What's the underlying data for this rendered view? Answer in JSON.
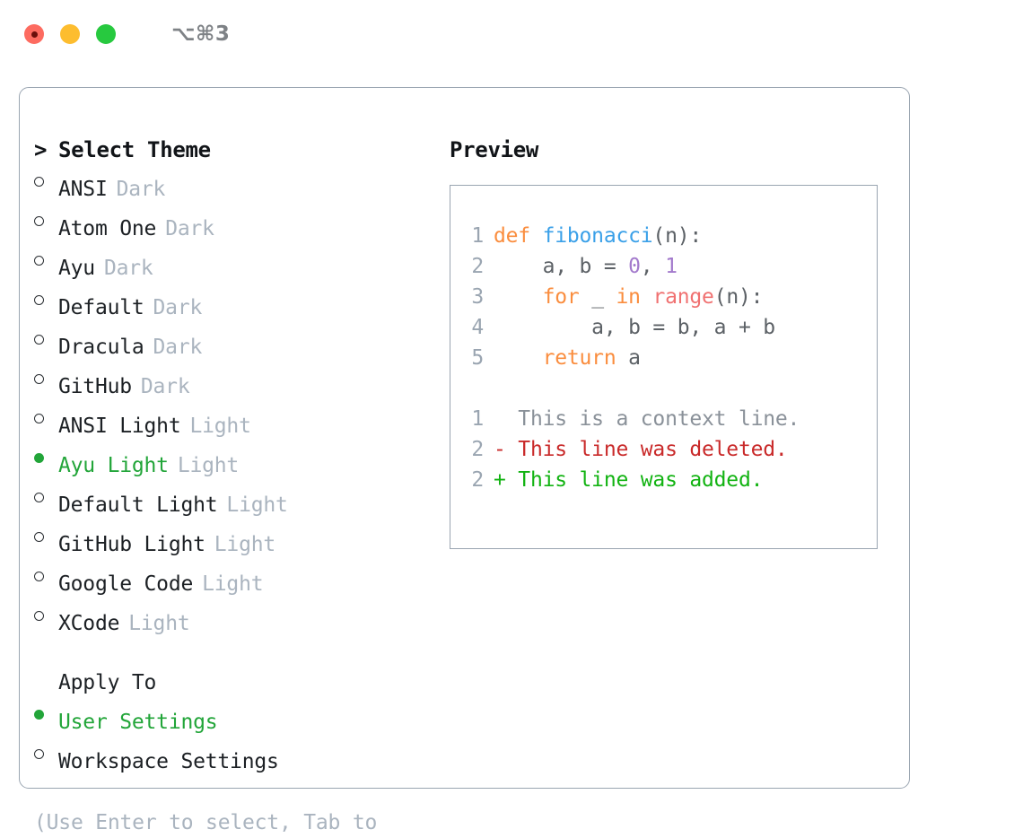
{
  "titlebar": {
    "shortcut": "⌥⌘3",
    "buttons": [
      {
        "name": "close",
        "color": "#fd6b60",
        "recording": true
      },
      {
        "name": "minimize",
        "color": "#fdbd2f",
        "recording": false
      },
      {
        "name": "maximize",
        "color": "#27c93f",
        "recording": false
      }
    ]
  },
  "theme_section": {
    "caret": ">",
    "heading": "Select Theme",
    "options": [
      {
        "label": "ANSI",
        "kind": "Dark",
        "selected": false
      },
      {
        "label": "Atom One",
        "kind": "Dark",
        "selected": false
      },
      {
        "label": "Ayu",
        "kind": "Dark",
        "selected": false
      },
      {
        "label": "Default",
        "kind": "Dark",
        "selected": false
      },
      {
        "label": "Dracula",
        "kind": "Dark",
        "selected": false
      },
      {
        "label": "GitHub",
        "kind": "Dark",
        "selected": false
      },
      {
        "label": "ANSI Light",
        "kind": "Light",
        "selected": false
      },
      {
        "label": "Ayu Light",
        "kind": "Light",
        "selected": true
      },
      {
        "label": "Default Light",
        "kind": "Light",
        "selected": false
      },
      {
        "label": "GitHub Light",
        "kind": "Light",
        "selected": false
      },
      {
        "label": "Google Code",
        "kind": "Light",
        "selected": false
      },
      {
        "label": "XCode",
        "kind": "Light",
        "selected": false
      }
    ]
  },
  "apply_to_section": {
    "heading": "Apply To",
    "options": [
      {
        "label": "User Settings",
        "selected": true
      },
      {
        "label": "Workspace Settings",
        "selected": false
      }
    ]
  },
  "hint": "(Use Enter to select, Tab to change focus)",
  "preview": {
    "heading": "Preview",
    "code_lines": [
      {
        "lineno": "1",
        "tokens": [
          {
            "text": "def ",
            "type": "kw"
          },
          {
            "text": "fibonacci",
            "type": "fn"
          },
          {
            "text": "(n):",
            "type": "punct"
          }
        ]
      },
      {
        "lineno": "2",
        "tokens": [
          {
            "text": "    a, b = ",
            "type": "plain"
          },
          {
            "text": "0",
            "type": "num"
          },
          {
            "text": ", ",
            "type": "punct"
          },
          {
            "text": "1",
            "type": "num"
          }
        ]
      },
      {
        "lineno": "3",
        "tokens": [
          {
            "text": "    ",
            "type": "plain"
          },
          {
            "text": "for",
            "type": "kw"
          },
          {
            "text": " _ ",
            "type": "plain"
          },
          {
            "text": "in",
            "type": "kw"
          },
          {
            "text": " ",
            "type": "plain"
          },
          {
            "text": "range",
            "type": "built"
          },
          {
            "text": "(n):",
            "type": "punct"
          }
        ]
      },
      {
        "lineno": "4",
        "tokens": [
          {
            "text": "        a, b = b, a + b",
            "type": "plain"
          }
        ]
      },
      {
        "lineno": "5",
        "tokens": [
          {
            "text": "    ",
            "type": "plain"
          },
          {
            "text": "return",
            "type": "kw"
          },
          {
            "text": " a",
            "type": "plain"
          }
        ]
      }
    ],
    "diff_lines": [
      {
        "lineno": "1",
        "marker": " ",
        "text": " This is a context line.",
        "kind": "ctx"
      },
      {
        "lineno": "2",
        "marker": "-",
        "text": " This line was deleted.",
        "kind": "del"
      },
      {
        "lineno": "2",
        "marker": "+",
        "text": " This line was added.",
        "kind": "add"
      }
    ]
  },
  "colors": {
    "accent_green": "#22a539",
    "muted": "#aab4bf",
    "border": "#9aa5b1",
    "keyword": "#fa8d3e",
    "function": "#3aa0e8",
    "number": "#a37acc",
    "builtin": "#f07171",
    "diff_delete": "#c92a2a",
    "diff_add": "#12b312"
  }
}
